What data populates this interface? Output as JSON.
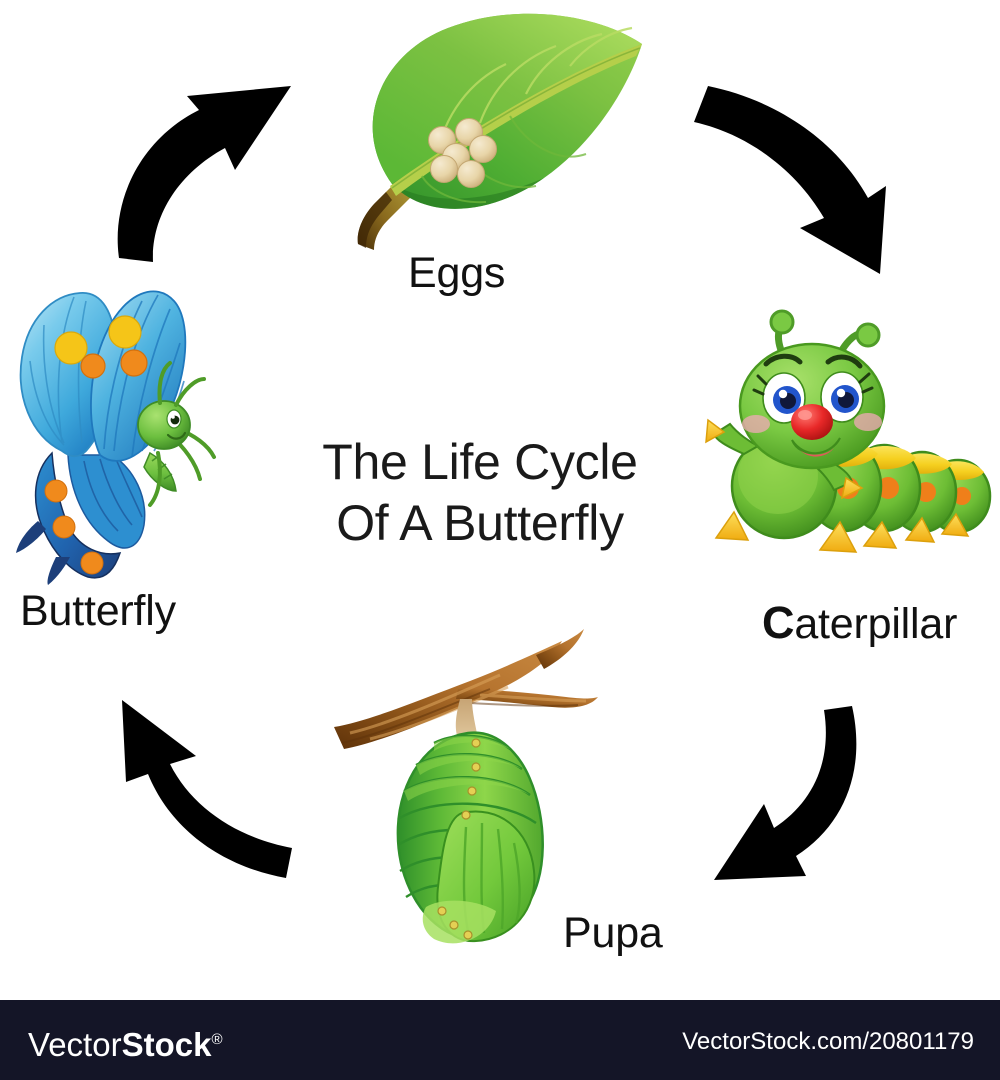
{
  "title": {
    "line1": "The Life Cycle",
    "line2": "Of A Butterfly"
  },
  "stages": [
    {
      "id": "eggs",
      "label": "Eggs",
      "icon": "leaf-with-eggs-illustration",
      "position": "top",
      "colors": {
        "leaf_light": "#7cc142",
        "leaf_mid": "#4fae33",
        "leaf_dark": "#2f8f2a",
        "midrib": "#b5cf4a",
        "stem": "#6b4a16",
        "egg": "#e8d5a8"
      },
      "egg_count": 6
    },
    {
      "id": "caterpillar",
      "label": "Caterpillar",
      "label_lead_char": "C",
      "label_rest": "aterpillar",
      "icon": "caterpillar-illustration",
      "position": "right",
      "colors": {
        "body_green": "#7ac943",
        "body_dark": "#4f9c28",
        "segment_yellow": "#f5d020",
        "spot_orange": "#ef7f1a",
        "foot_yellow": "#fcd116",
        "eye_iris": "#2255cc",
        "nose_red": "#e82828",
        "cheek_pink": "#f2a9b8"
      }
    },
    {
      "id": "pupa",
      "label": "Pupa",
      "icon": "pupa-chrysalis-on-branch-illustration",
      "position": "bottom",
      "colors": {
        "chrysalis_light": "#8ed64a",
        "chrysalis_mid": "#4cb033",
        "chrysalis_dark": "#2f8f2a",
        "branch_dark": "#7a4512",
        "branch_mid": "#a9692a",
        "branch_light": "#c98a42",
        "silk": "#d8b98a",
        "dot": "#d8c24a"
      }
    },
    {
      "id": "butterfly",
      "label": "Butterfly",
      "icon": "butterfly-illustration",
      "position": "left",
      "colors": {
        "wing_pale": "#a8dcf0",
        "wing_light": "#6fc6e8",
        "wing_mid": "#3fa9dc",
        "wing_deep": "#1f6fc0",
        "wing_navy": "#1d3f7a",
        "spot_yellow": "#f5c518",
        "spot_orange": "#f08a1c",
        "body_green": "#6cbf3f",
        "body_dark": "#3f8c26"
      }
    }
  ],
  "arrows": [
    {
      "id": "arrow-butterfly-to-eggs",
      "from": "Butterfly",
      "to": "Eggs",
      "direction": "up-right",
      "color": "#000000"
    },
    {
      "id": "arrow-eggs-to-caterpillar",
      "from": "Eggs",
      "to": "Caterpillar",
      "direction": "down-right",
      "color": "#000000"
    },
    {
      "id": "arrow-caterpillar-to-pupa",
      "from": "Caterpillar",
      "to": "Pupa",
      "direction": "down-left",
      "color": "#000000"
    },
    {
      "id": "arrow-pupa-to-butterfly",
      "from": "Pupa",
      "to": "Butterfly",
      "direction": "up-left",
      "color": "#000000"
    }
  ],
  "footer": {
    "brand_light": "Vector",
    "brand_bold": "Stock",
    "registered_mark": "®",
    "url": "VectorStock.com/20801179",
    "background": "#141527",
    "text_color": "#ffffff"
  },
  "chart_data": {
    "type": "diagram",
    "diagram_kind": "cycle",
    "title": "The Life Cycle Of A Butterfly",
    "direction": "clockwise",
    "nodes": [
      "Eggs",
      "Caterpillar",
      "Pupa",
      "Butterfly"
    ],
    "edges": [
      [
        "Eggs",
        "Caterpillar"
      ],
      [
        "Caterpillar",
        "Pupa"
      ],
      [
        "Pupa",
        "Butterfly"
      ],
      [
        "Butterfly",
        "Eggs"
      ]
    ]
  }
}
